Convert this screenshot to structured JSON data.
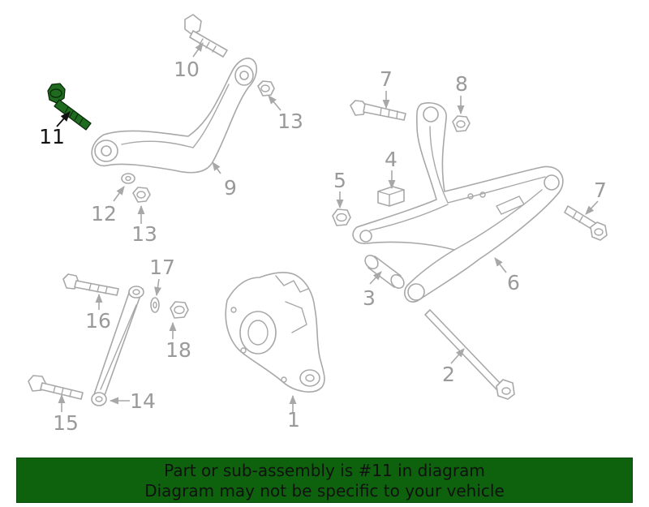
{
  "colors": {
    "highlight": "#1f6b1f",
    "banner_background": "#0e620e",
    "part_outline": "#a8a8a8",
    "callout_gray": "#9a9a9a",
    "callout_highlight": "#111111"
  },
  "diagram": {
    "highlighted_part": "11",
    "callouts": {
      "p1": "1",
      "p2": "2",
      "p3": "3",
      "p4": "4",
      "p5": "5",
      "p6": "6",
      "p7a": "7",
      "p7b": "7",
      "p8": "8",
      "p9": "9",
      "p10": "10",
      "p11": "11",
      "p12": "12",
      "p13a": "13",
      "p13b": "13",
      "p14": "14",
      "p15": "15",
      "p16": "16",
      "p17": "17",
      "p18": "18"
    }
  },
  "banner": {
    "line1": "Part or sub-assembly is #11 in diagram",
    "line2": "Diagram may not be specific to your vehicle"
  }
}
